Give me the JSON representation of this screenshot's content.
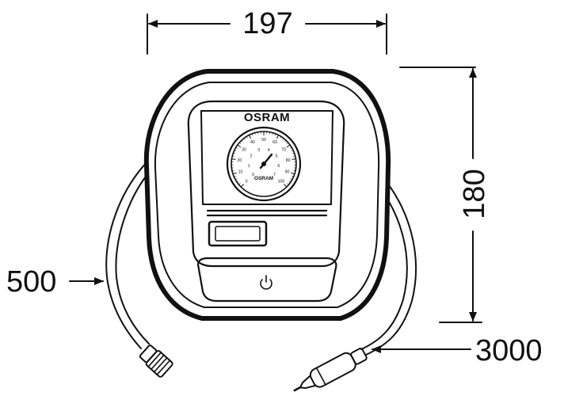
{
  "dimensions": {
    "width": "197",
    "height": "180",
    "air_hose_length": "500",
    "power_cable_length": "3000"
  },
  "device": {
    "brand": "OSRAM",
    "gauge": {
      "brand": "OSRAM",
      "outer_scale": [
        "0",
        "10",
        "20",
        "30",
        "40",
        "50",
        "60",
        "70",
        "80",
        "90",
        "100"
      ],
      "inner_scale": [
        "0",
        "1",
        "2",
        "3",
        "4",
        "5",
        "6",
        "7"
      ]
    }
  },
  "icons": {
    "power_button": "power-icon"
  }
}
